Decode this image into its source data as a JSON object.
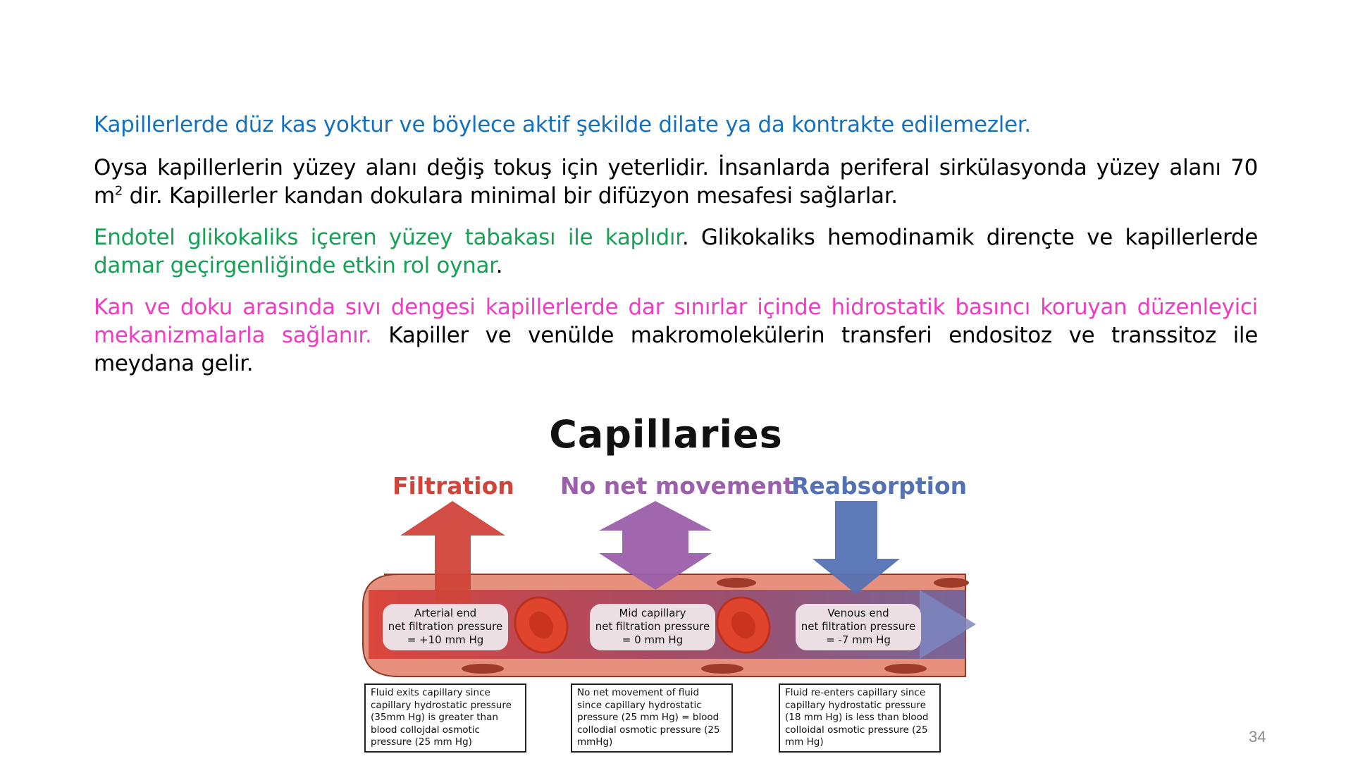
{
  "slide": {
    "page_number": "34",
    "paragraphs": [
      {
        "segments": [
          {
            "text": "Kapillerlerde düz kas yoktur ve böylece aktif şekilde dilate ya da kontrakte edilemezler.",
            "color": "#1570bd"
          }
        ]
      },
      {
        "segments": [
          {
            "text": "Oysa kapillerlerin yüzey alanı değiş tokuş için yeterlidir. İnsanlarda periferal sirkülasyonda yüzey alanı 70 m",
            "color": "#000000"
          },
          {
            "text": "2",
            "color": "#000000",
            "superscript": true
          },
          {
            "text": " dir. Kapillerler kandan dokulara minimal bir difüzyon mesafesi sağlarlar.",
            "color": "#000000"
          }
        ]
      },
      {
        "segments": [
          {
            "text": "Endotel glikokaliks içeren yüzey tabakası ile kaplıdır",
            "color": "#17a155"
          },
          {
            "text": ". Glikokaliks hemodinamik dirençte ve kapillerlerde ",
            "color": "#000000"
          },
          {
            "text": "damar geçirgenliğinde etkin rol oynar",
            "color": "#17a155"
          },
          {
            "text": ".",
            "color": "#000000"
          }
        ]
      },
      {
        "segments": [
          {
            "text": "Kan ve doku arasında sıvı dengesi kapillerlerde dar sınırlar içinde hidrostatik basıncı koruyan düzenleyici mekanizmalarla sağlanır.",
            "color": "#f03cc4"
          },
          {
            "text": " Kapiller ve venülde makromolekülerin transferi endositoz ve transsitoz ile meydana gelir.",
            "color": "#000000"
          }
        ]
      }
    ]
  },
  "diagram": {
    "title": "Capillaries",
    "colors": {
      "filtration": "#d0443a",
      "no_net": "#9b5fab",
      "reabsorption": "#5472b3",
      "vessel_wall": "#e8907e",
      "vessel_inner": "#c4504a",
      "rbc": "#e0442c"
    },
    "labels": {
      "filtration": "Filtration",
      "no_net": "No net movement",
      "reabsorption": "Reabsorption"
    },
    "pressure_boxes": [
      {
        "line1": "Arterial end",
        "line2": "net filtration pressure",
        "line3": "= +10 mm Hg"
      },
      {
        "line1": "Mid capillary",
        "line2": "net filtration pressure",
        "line3": "= 0 mm Hg"
      },
      {
        "line1": "Venous end",
        "line2": "net filtration pressure",
        "line3": "= -7 mm Hg"
      }
    ],
    "explanations": [
      {
        "text": "Fluid exits capillary since capillary hydrostatic pressure (35mm Hg) is greater than blood collojdal osmotic pressure (25 mm Hg)"
      },
      {
        "text": "No net movement of fluid since capillary hydrostatic pressure (25 mm Hg) = blood collodial osmotic pressure (25 mmHg)"
      },
      {
        "text": "Fluid re-enters capillary since capillary hydrostatic pressure (18 mm Hg) is less than blood colloidal osmotic pressure (25 mm Hg)"
      }
    ]
  }
}
